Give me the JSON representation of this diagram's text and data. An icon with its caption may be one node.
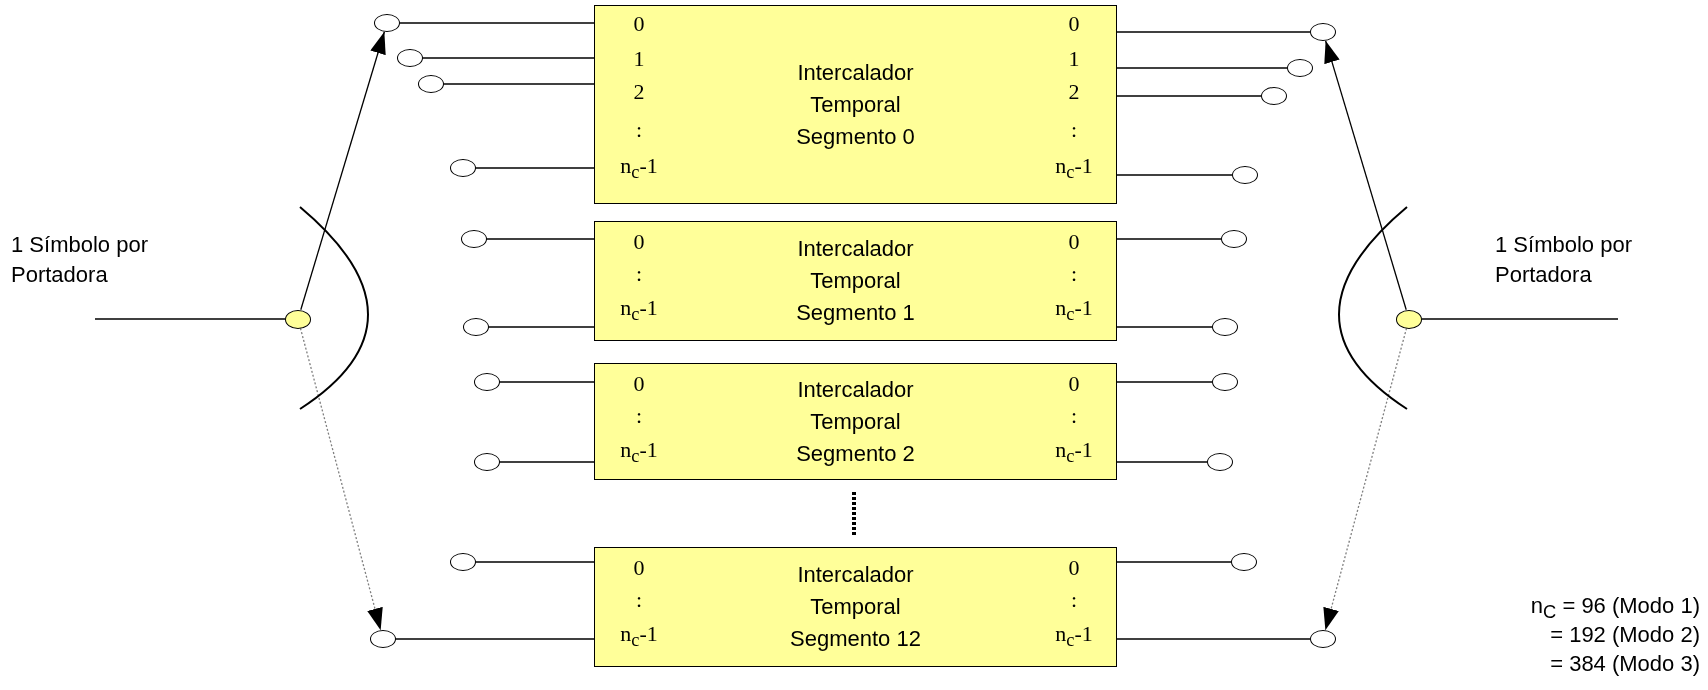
{
  "diagram": {
    "nodes": [
      {
        "text": [],
        "shape": "circle"
      },
      {
        "text": [
          "0",
          "1",
          "2",
          ":",
          "n$_{c}$-1",
          "Intercalador Temporal Segmento 0",
          "0",
          "1",
          "2",
          ":",
          "n$_{c}$-1"
        ]
      },
      {
        "text": [
          "0",
          ":",
          "n$_{c}$-1",
          "Intercalador Temporal Segmento 1",
          "0",
          ":",
          "n$_{c}$-1"
        ]
      },
      {
        "text": [
          "0",
          ":",
          "n$_{c}$-1",
          "Intercalador Temporal Segmento 2",
          "0",
          ":",
          "n$_{c}$-1"
        ]
      },
      {
        "text": [
          "0",
          ":",
          "n$_{c}$-1",
          "Intercalador Temporal Segmento 12",
          "0",
          ":",
          "n$_{c}$-1"
        ]
      },
      {
        "text": [],
        "shape": "circle"
      },
      {
        "text": [],
        "shape": "circle"
      },
      {
        "text": [],
        "shape": "circle"
      },
      {
        "text": [],
        "shape": "circle"
      },
      {
        "text": [],
        "shape": "circle"
      },
      {
        "text": [],
        "shape": "circle"
      },
      {
        "text": [],
        "shape": "circle"
      },
      {
        "text": [],
        "shape": "circle"
      },
      {
        "text": [],
        "shape": "circle"
      },
      {
        "text": [],
        "shape": "circle"
      },
      {
        "text": [],
        "shape": "circle"
      },
      {
        "text": [],
        "shape": "circle"
      },
      {
        "text": [],
        "shape": "circle"
      },
      {
        "text": [],
        "shape": "circle"
      },
      {
        "text": [],
        "shape": "circle"
      },
      {
        "text": [],
        "shape": "circle"
      },
      {
        "text": [],
        "shape": "circle"
      },
      {
        "text": [],
        "shape": "circle"
      },
      {
        "text": [],
        "shape": "circle"
      },
      {
        "text": [],
        "shape": "circle"
      },
      {
        "text": [],
        "shape": "circle"
      }
    ],
    "edges": [
      {
        "from": null,
        "to": 0,
        "arrow": "none"
      },
      {
        "from": 0,
        "to": 6,
        "arrow": "to"
      },
      {
        "from": 0,
        "to": 15,
        "arrow": "to",
        "style": "dashed",
        "color": "#7f7f7f"
      },
      {
        "from": 6,
        "to": 1,
        "arrow": "none"
      },
      {
        "from": 7,
        "to": 1,
        "arrow": "none"
      },
      {
        "from": 8,
        "to": 1,
        "arrow": "none"
      },
      {
        "from": 9,
        "to": 1,
        "arrow": "none"
      },
      {
        "from": 10,
        "to": 2,
        "arrow": "none"
      },
      {
        "from": 11,
        "to": 2,
        "arrow": "none"
      },
      {
        "from": 12,
        "to": 3,
        "arrow": "none"
      },
      {
        "from": 13,
        "to": 3,
        "arrow": "none"
      },
      {
        "from": 14,
        "to": 4,
        "arrow": "none"
      },
      {
        "from": 15,
        "to": 4,
        "arrow": "none"
      },
      {
        "from": 1,
        "to": 16,
        "arrow": "none"
      },
      {
        "from": 1,
        "to": 17,
        "arrow": "none"
      },
      {
        "from": 1,
        "to": 18,
        "arrow": "none"
      },
      {
        "from": 1,
        "to": 19,
        "arrow": "none"
      },
      {
        "from": 2,
        "to": 20,
        "arrow": "none"
      },
      {
        "from": 2,
        "to": 21,
        "arrow": "none"
      },
      {
        "from": 3,
        "to": 22,
        "arrow": "none"
      },
      {
        "from": 3,
        "to": 23,
        "arrow": "none"
      },
      {
        "from": 4,
        "to": 24,
        "arrow": "none"
      },
      {
        "from": 4,
        "to": 25,
        "arrow": "none"
      },
      {
        "from": 5,
        "to": null,
        "arrow": "none"
      },
      {
        "from": 5,
        "to": 16,
        "arrow": "to"
      },
      {
        "from": 5,
        "to": 25,
        "arrow": "to",
        "style": "dashed",
        "color": "#7f7f7f"
      }
    ],
    "labels": [
      "1 Símbolo por Portadora",
      "1 Símbolo por Portadora",
      "n$_{C}$ =  96 (Modo 1)",
      "= 192 (Modo 2)",
      "= 384 (Modo 3)"
    ]
  }
}
